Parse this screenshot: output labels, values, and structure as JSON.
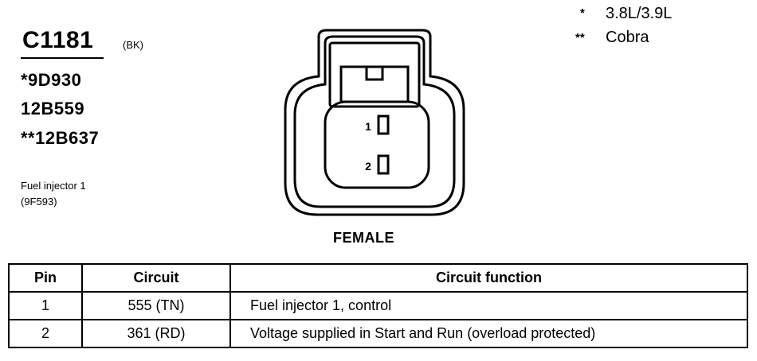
{
  "connector": {
    "id": "C1181",
    "color_code": "(BK)",
    "part_numbers": [
      "*9D930",
      "12B559",
      "**12B637"
    ],
    "description": "Fuel injector 1",
    "component_code": "(9F593)"
  },
  "legend": [
    {
      "mark": "*",
      "label": "3.8L/3.9L"
    },
    {
      "mark": "**",
      "label": "Cobra"
    }
  ],
  "diagram": {
    "view_label": "FEMALE",
    "pin_labels": [
      "1",
      "2"
    ]
  },
  "table": {
    "headers": [
      "Pin",
      "Circuit",
      "Circuit function"
    ],
    "rows": [
      {
        "pin": "1",
        "circuit": "555 (TN)",
        "function": "Fuel injector 1, control"
      },
      {
        "pin": "2",
        "circuit": "361 (RD)",
        "function": "Voltage supplied in Start and Run (overload protected)"
      }
    ]
  }
}
